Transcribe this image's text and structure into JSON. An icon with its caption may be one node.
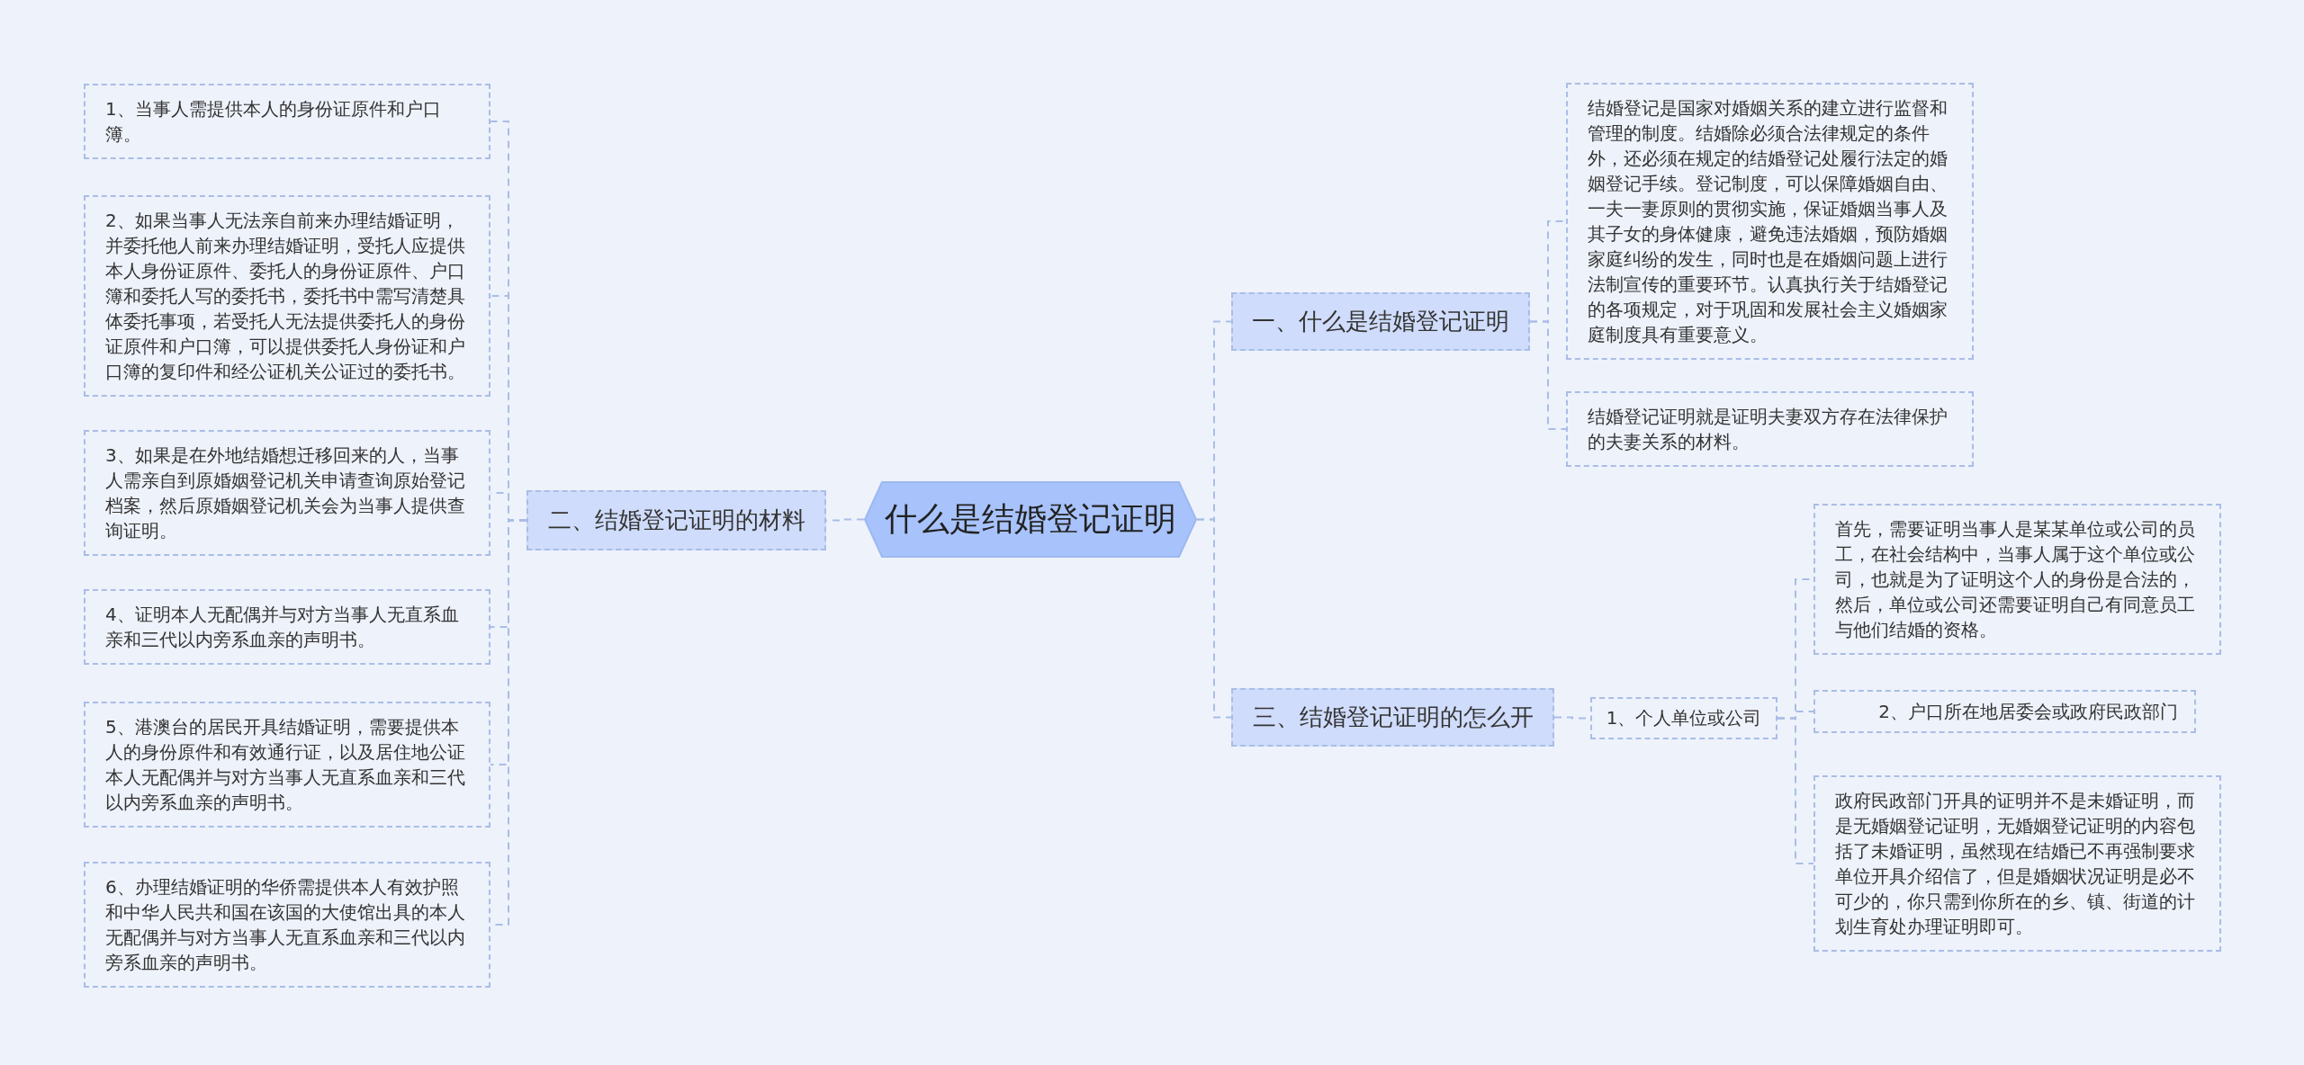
{
  "diagram": {
    "nodes": [
      {
        "text": [
          "什么是结婚登记证明"
        ]
      },
      {
        "text": [
          "一、什么是结婚登记证明"
        ]
      },
      {
        "text": [
          "结婚登记是国家对婚姻关系的建立进行监督和管理的制度。结婚除必须合法律规定的条件外，还必须在规定的结婚登记处履行法定的婚姻登记手续。登记制度，可以保障婚姻自由、一夫一妻原则的贯彻实施，保证婚姻当事人及其子女的身体健康，避免违法婚姻，预防婚姻家庭纠纷的发生，同时也是在婚姻问题上进行法制宣传的重要环节。认真执行关于结婚登记的各项规定，对于巩固和发展社会主义婚姻家庭制度具有重要意义。"
        ]
      },
      {
        "text": [
          "结婚登记证明就是证明夫妻双方存在法律保护的夫妻关系的材料。"
        ]
      },
      {
        "text": [
          "二、结婚登记证明的材料"
        ]
      },
      {
        "text": [
          "1、当事人需提供本人的身份证原件和户口簿。"
        ]
      },
      {
        "text": [
          "2、如果当事人无法亲自前来办理结婚证明，并委托他人前来办理结婚证明，受托人应提供本人身份证原件、委托人的身份证原件、户口簿和委托人写的委托书，委托书中需写清楚具体委托事项，若受托人无法提供委托人的身份证原件和户口簿，可以提供委托人身份证和户口簿的复印件和经公证机关公证过的委托书。"
        ]
      },
      {
        "text": [
          "3、如果是在外地结婚想迁移回来的人，当事人需亲自到原婚姻登记机关申请查询原始登记档案，然后原婚姻登记机关会为当事人提供查询证明。"
        ]
      },
      {
        "text": [
          "4、证明本人无配偶并与对方当事人无直系血亲和三代以内旁系血亲的声明书。"
        ]
      },
      {
        "text": [
          "5、港澳台的居民开具结婚证明，需要提供本人的身份原件和有效通行证，以及居住地公证本人无配偶并与对方当事人无直系血亲和三代以内旁系血亲的声明书。"
        ]
      },
      {
        "text": [
          "6、办理结婚证明的华侨需提供本人有效护照和中华人民共和国在该国的大使馆出具的本人无配偶并与对方当事人无直系血亲和三代以内旁系血亲的声明书。"
        ]
      },
      {
        "text": [
          "三、结婚登记证明的怎么开"
        ]
      },
      {
        "text": [
          "1、个人单位或公司"
        ]
      },
      {
        "text": [
          "首先，需要证明当事人是某某单位或公司的员工，在社会结构中，当事人属于这个单位或公司，也就是为了证明这个人的身份是合法的，然后，单位或公司还需要证明自己有同意员工与他们结婚的资格。"
        ]
      },
      {
        "text": [
          "2、户口所在地居委会或政府民政部门"
        ]
      },
      {
        "text": [
          "政府民政部门开具的证明并不是未婚证明，而是无婚姻登记证明，无婚姻登记证明的内容包括了未婚证明，虽然现在结婚已不再强制要求单位开具介绍信了，但是婚姻状况证明是必不可少的，你只需到你所在的乡、镇、街道的计划生育处办理证明即可。"
        ]
      }
    ],
    "edges": [
      {
        "from": 0,
        "to": 1,
        "arrow": "none"
      },
      {
        "from": 1,
        "to": 2,
        "arrow": "none"
      },
      {
        "from": 1,
        "to": 3,
        "arrow": "none"
      },
      {
        "from": 0,
        "to": 4,
        "arrow": "none"
      },
      {
        "from": 4,
        "to": 5,
        "arrow": "none"
      },
      {
        "from": 4,
        "to": 6,
        "arrow": "none"
      },
      {
        "from": 4,
        "to": 7,
        "arrow": "none"
      },
      {
        "from": 4,
        "to": 8,
        "arrow": "none"
      },
      {
        "from": 4,
        "to": 9,
        "arrow": "none"
      },
      {
        "from": 4,
        "to": 10,
        "arrow": "none"
      },
      {
        "from": 0,
        "to": 11,
        "arrow": "none"
      },
      {
        "from": 11,
        "to": 12,
        "arrow": "none"
      },
      {
        "from": 12,
        "to": 13,
        "arrow": "none"
      },
      {
        "from": 12,
        "to": 14,
        "arrow": "none"
      },
      {
        "from": 12,
        "to": 15,
        "arrow": "none"
      }
    ]
  }
}
